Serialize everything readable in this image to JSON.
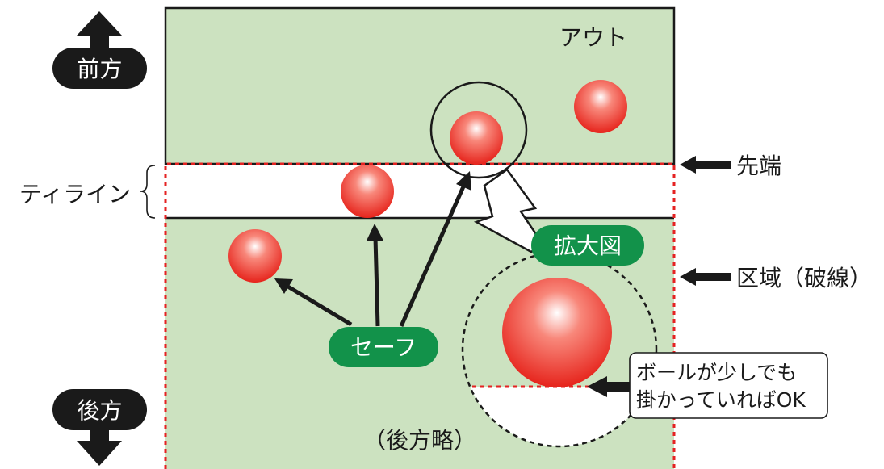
{
  "direction": {
    "front": "前方",
    "back": "後方"
  },
  "zones": {
    "out": "アウト",
    "teeline": "ティライン",
    "omitted": "（後方略）"
  },
  "pointers": {
    "tip": "先端",
    "area": "区域（破線）"
  },
  "badges": {
    "safe": "セーフ",
    "zoom": "拡大図"
  },
  "note": {
    "line1": "ボールが少しでも",
    "line2": "掛かっていればOK"
  },
  "colors": {
    "field": "#cce2c0",
    "dashed_line": "#e52222",
    "badge_green": "#12924a",
    "direction_black": "#1a1a1a",
    "ball_core": "#ffffff",
    "ball_mid": "#f8877a",
    "ball_edge": "#e6241c"
  },
  "icons": {
    "front": "arrow-up-icon",
    "back": "arrow-down-icon",
    "pointer": "arrow-left-icon"
  }
}
